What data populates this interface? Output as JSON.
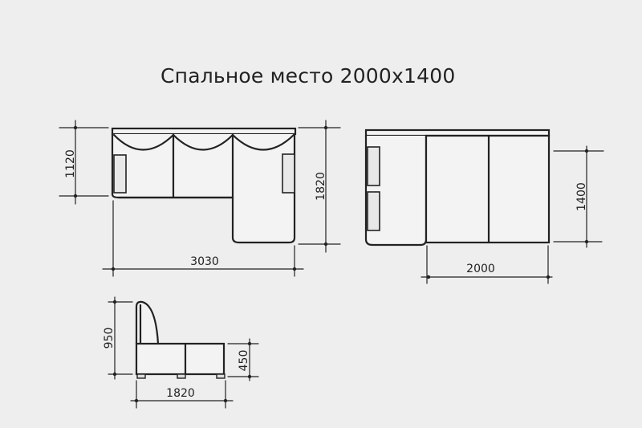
{
  "title": "Спальное место 2000x1400",
  "top_view": {
    "height_back": "1120",
    "depth_total": "1820",
    "width_total": "3030"
  },
  "unfolded_view": {
    "bed_width": "2000",
    "bed_depth": "1400"
  },
  "side_view": {
    "height": "950",
    "seat_height": "450",
    "length": "1820"
  },
  "colors": {
    "background": "#efeeee",
    "line": "#222222",
    "fill": "#f3f3f3"
  }
}
